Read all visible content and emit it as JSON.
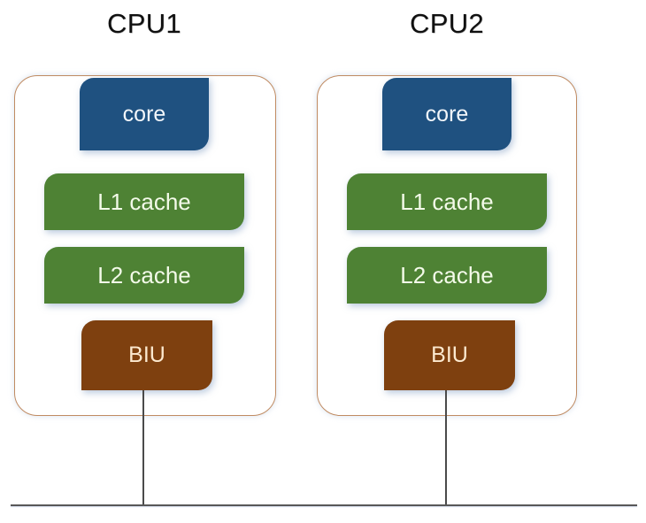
{
  "diagram": {
    "title_cpu1": "CPU1",
    "title_cpu2": "CPU2",
    "colors": {
      "core": "#1F5180",
      "cache": "#4E8234",
      "biu": "#7E400F",
      "cpu_border": "#C08B62",
      "bus": "#585858",
      "background": "#FFFFFF"
    },
    "cpus": [
      {
        "name": "CPU1",
        "blocks": [
          {
            "label": "core",
            "kind": "core"
          },
          {
            "label": "L1 cache",
            "kind": "cache"
          },
          {
            "label": "L2 cache",
            "kind": "cache"
          },
          {
            "label": "BIU",
            "kind": "biu"
          }
        ]
      },
      {
        "name": "CPU2",
        "blocks": [
          {
            "label": "core",
            "kind": "core"
          },
          {
            "label": "L1 cache",
            "kind": "cache"
          },
          {
            "label": "L2 cache",
            "kind": "cache"
          },
          {
            "label": "BIU",
            "kind": "biu"
          }
        ]
      }
    ],
    "bus": {
      "label": ""
    }
  }
}
